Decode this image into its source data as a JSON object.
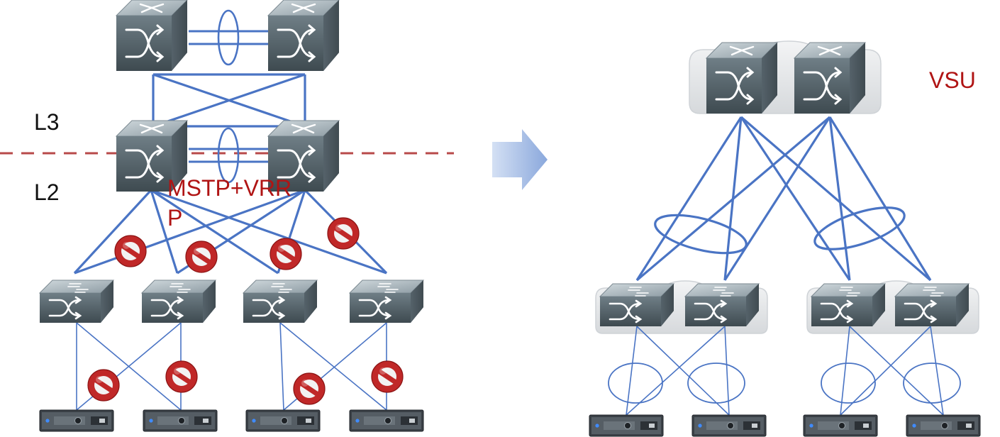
{
  "labels": {
    "l3": "L3",
    "l2": "L2",
    "protocol_line1": "MSTP+VRR",
    "protocol_line2": "P",
    "vsu": "VSU"
  },
  "colors": {
    "link": "#4a74c4",
    "divider": "#b84a4a",
    "label_red": "#b01414",
    "label_black": "#111111",
    "arrow": "#a8bfe6",
    "blocked_sign": "#c02828",
    "switch_body": "#5f6d75",
    "vsu_plate": "#e4e6e8"
  },
  "icons": {
    "core_switch": "core-switch-icon",
    "access_switch": "access-switch-icon",
    "server": "server-icon",
    "blocked": "blocked-link-icon",
    "transition": "right-arrow-icon"
  }
}
